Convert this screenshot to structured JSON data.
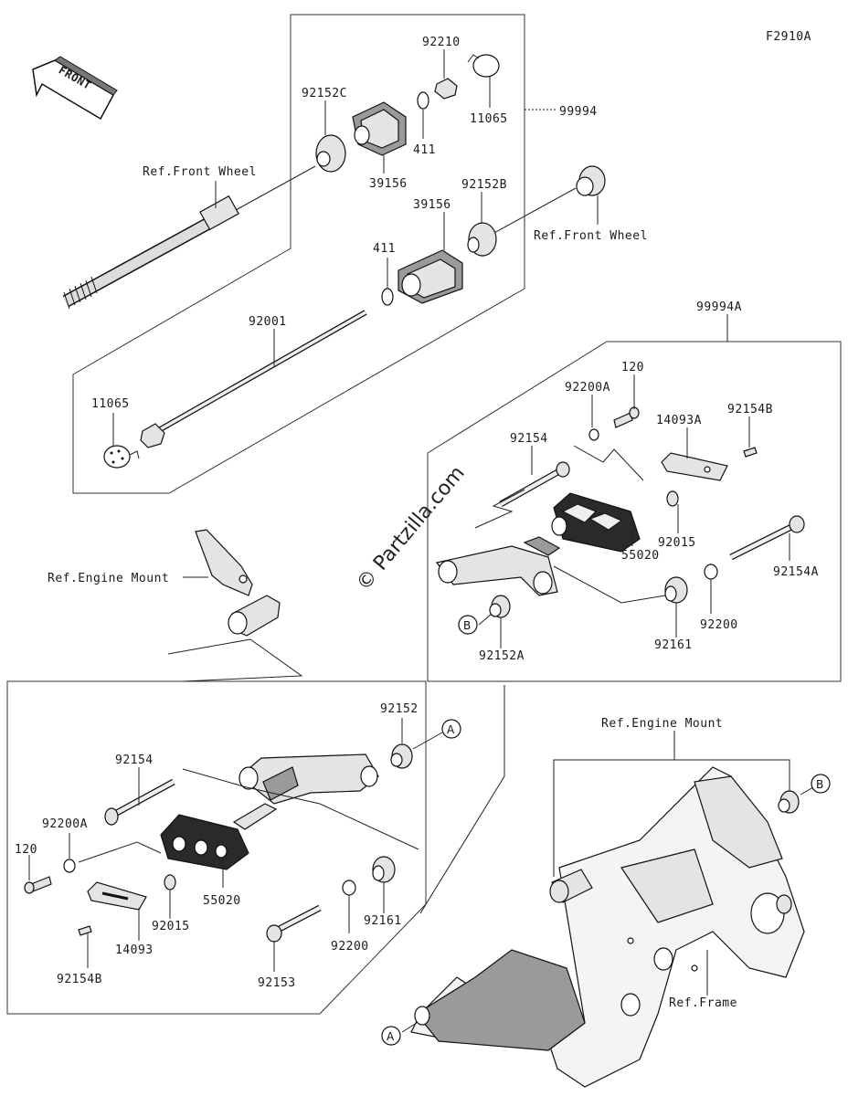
{
  "figure_code": "F2910A",
  "front_arrow": "FRONT",
  "watermark": "© Partzilla.com",
  "callouts": {
    "a": "A",
    "b": "B"
  },
  "labels": {
    "p92210": "92210",
    "p92152C": "92152C",
    "p11065_top": "11065",
    "p99994": "99994",
    "p411_top": "411",
    "p39156_top": "39156",
    "p92152B": "92152B",
    "p39156_mid": "39156",
    "p411_mid": "411",
    "p92001": "92001",
    "p11065_bottom": "11065",
    "p99994A": "99994A",
    "p120_right": "120",
    "p92200A_right": "92200A",
    "p92154B_right": "92154B",
    "p14093A": "14093A",
    "p92154_right": "92154",
    "p92015_right": "92015",
    "p55020_right": "55020",
    "p92154A": "92154A",
    "p92200_right": "92200",
    "p92161_right": "92161",
    "p92152A": "92152A",
    "p92152_left": "92152",
    "p92154_left": "92154",
    "p92200A_left": "92200A",
    "p120_left": "120",
    "p55020_left": "55020",
    "p92015_left": "92015",
    "p14093": "14093",
    "p92154B_left": "92154B",
    "p92200_left": "92200",
    "p92161_left": "92161",
    "p92153": "92153"
  },
  "references": {
    "front_wheel_left": "Ref.Front Wheel",
    "front_wheel_right": "Ref.Front Wheel",
    "engine_mount_left": "Ref.Engine Mount",
    "engine_mount_right": "Ref.Engine Mount",
    "frame": "Ref.Frame"
  }
}
